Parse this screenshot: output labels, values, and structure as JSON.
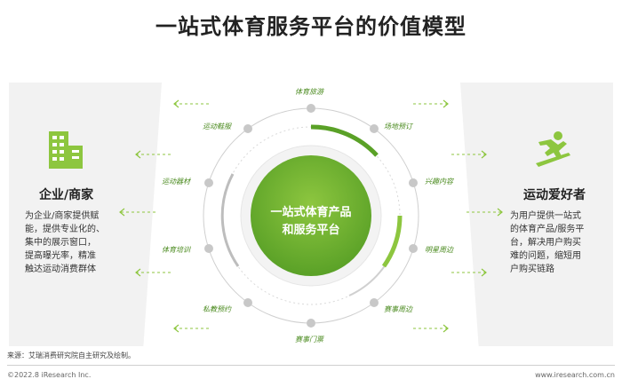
{
  "title": "一站式体育服务平台的价值模型",
  "center": {
    "line1": "一站式体育产品",
    "line2": "和服务平台"
  },
  "left": {
    "title": "企业/商家",
    "body": [
      "为企业/商家提供赋",
      "能，提供专业化的、",
      "集中的展示窗口，",
      "提高曝光率，精准",
      "触达运动消费群体"
    ]
  },
  "right": {
    "title": "运动爱好者",
    "body": [
      "为用户提供一站式",
      "的体育产品/服务平",
      "台，解决用户购买",
      "难的问题，缩短用",
      "户购买链路"
    ]
  },
  "nodes": [
    {
      "label": "体育旅游"
    },
    {
      "label": "场地预订"
    },
    {
      "label": "兴趣内容"
    },
    {
      "label": "明星周边"
    },
    {
      "label": "赛事周边"
    },
    {
      "label": "赛事门票"
    },
    {
      "label": "私教预约"
    },
    {
      "label": "体育培训"
    },
    {
      "label": "运动器材"
    },
    {
      "label": "运动鞋服"
    }
  ],
  "footer": {
    "source": "来源：艾瑞消费研究院自主研究及绘制。",
    "copyright": "©2022.8 iResearch Inc.",
    "website": "www.iresearch.com.cn"
  },
  "colors": {
    "green_dark": "#5aa127",
    "green_light": "#8dc63f",
    "gray_node": "#c8c8c8",
    "panel": "#f2f2f2"
  }
}
